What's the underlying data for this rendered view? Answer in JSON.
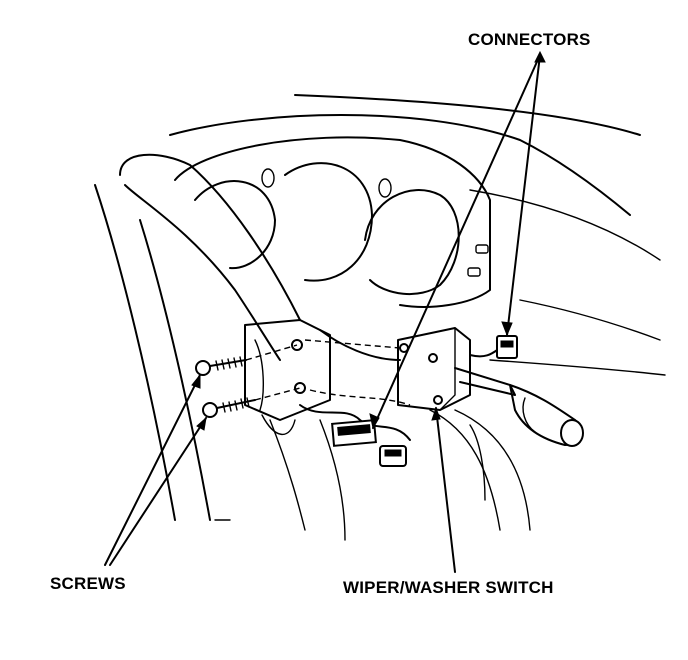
{
  "labels": {
    "connectors": "CONNECTORS",
    "screws": "SCREWS",
    "wiper_washer_switch": "WIPER/WASHER SWITCH"
  },
  "colors": {
    "line": "#000000",
    "background": "#ffffff"
  }
}
